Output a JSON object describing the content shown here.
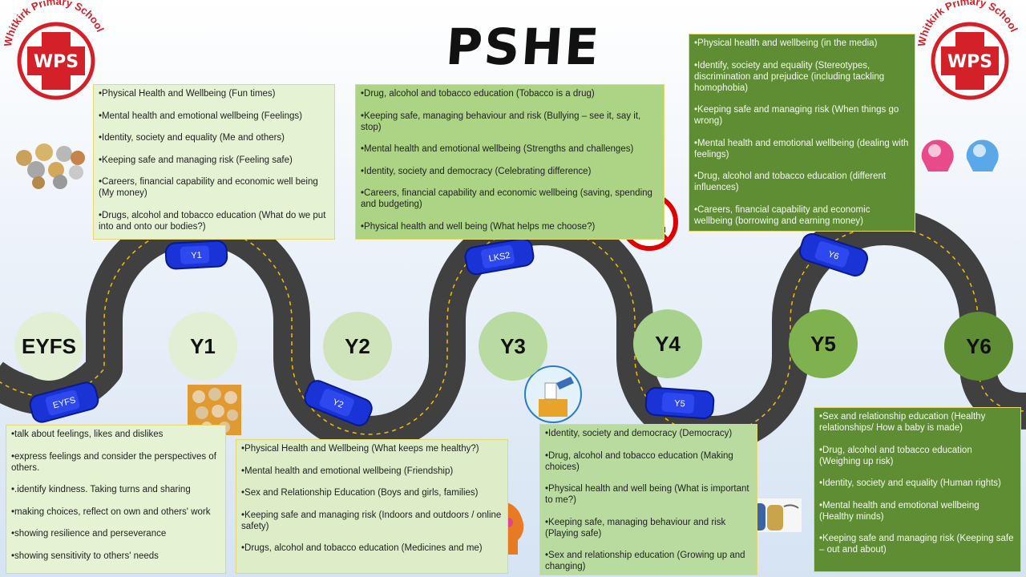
{
  "title": "PSHE LTP",
  "school": {
    "name": "Whitkirk Primary School",
    "crest_letters": "WPS"
  },
  "years": {
    "eyfs": "EYFS",
    "y1": "Y1",
    "y2": "Y2",
    "y3": "Y3",
    "y4": "Y4",
    "y5": "Y5",
    "y6": "Y6"
  },
  "cars": {
    "eyfs": "EYFS",
    "y1": "Y1",
    "y2": "Y2",
    "lks2": "LKS2",
    "y5": "Y5",
    "y6": "Y6"
  },
  "panels": {
    "y1": [
      "•Physical Health and Wellbeing (Fun times)",
      "•Mental health and emotional wellbeing (Feelings)",
      "•Identity, society and equality (Me and others)",
      "•Keeping safe and managing risk (Feeling safe)",
      "•Careers, financial capability and economic well being (My money)",
      "•Drugs, alcohol and tobacco education (What do we put into and onto our bodies?)"
    ],
    "lks2": [
      "•Drug, alcohol and tobacco education (Tobacco is a drug)",
      "•Keeping safe, managing behaviour and risk (Bullying – see it, say it, stop)",
      "•Mental health and emotional wellbeing (Strengths and challenges)",
      "•Identity, society and democracy (Celebrating difference)",
      "•Careers, financial capability and economic wellbeing (saving, spending and budgeting)",
      "•Physical health and well being (What helps me choose?)"
    ],
    "y6": [
      "•Physical health and wellbeing (in the media)",
      "•Identify, society and equality (Stereotypes, discrimination and prejudice (including tackling homophobia)",
      "•Keeping safe and managing risk (When things go wrong)",
      "•Mental health and emotional wellbeing (dealing with feelings)",
      "•Drug, alcohol and tobacco education (different influences)",
      "•Careers, financial capability and economic wellbeing (borrowing and earning money)"
    ],
    "eyfs": [
      "•talk about feelings, likes and dislikes",
      "•express feelings and consider the perspectives of others.",
      "•.identify kindness. Taking turns and sharing",
      "•making choices, reflect on own and others' work",
      "•showing resilience and perseverance",
      "•showing sensitivity to others' needs"
    ],
    "y2": [
      "•Physical Health and Wellbeing (What keeps me healthy?)",
      "•Mental health and emotional wellbeing (Friendship)",
      "•Sex and Relationship Education (Boys and girls, families)",
      "•Keeping safe and managing risk (Indoors and outdoors / online safety)",
      "•Drugs, alcohol and tobacco education (Medicines and me)"
    ],
    "y5": [
      "•Identity, society and democracy (Democracy)",
      "•Drug, alcohol and tobacco education (Making choices)",
      "•Physical health and well being (What is important to me?)",
      "•Keeping safe, managing behaviour and risk (Playing safe)",
      "•Sex and relationship education (Growing up and changing)"
    ],
    "y6b": [
      "•Sex and relationship education (Healthy relationships/ How a baby is made)",
      "•Drug, alcohol and tobacco education (Weighing up risk)",
      "•Identity, society and equality (Human rights)",
      "•Mental health and emotional wellbeing (Healthy minds)",
      "•Keeping safe and managing risk (Keeping safe – out and about)"
    ]
  },
  "colors": {
    "road": "#404040",
    "road_line": "#f2c200",
    "car": "#1a33d6",
    "year_light": "#e3efd4",
    "year_mid": "#a9d18e",
    "year_dark": "#5f8d34",
    "crest_red": "#d42028"
  }
}
